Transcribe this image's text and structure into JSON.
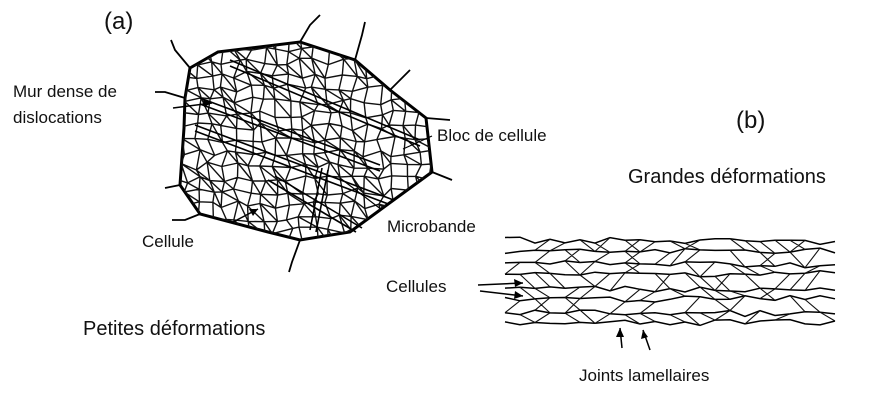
{
  "panel_a": {
    "label": "(a)",
    "wall_label_line1": "Mur dense de",
    "wall_label_line2": "dislocations",
    "block_label": "Bloc de cellule",
    "microband_label": "Microbande",
    "cell_label": "Cellule",
    "caption": "Petites déformations"
  },
  "panel_b": {
    "label": "(b)",
    "caption": "Grandes déformations",
    "cells_label": "Cellules",
    "lamellar_label": "Joints lamellaires"
  }
}
